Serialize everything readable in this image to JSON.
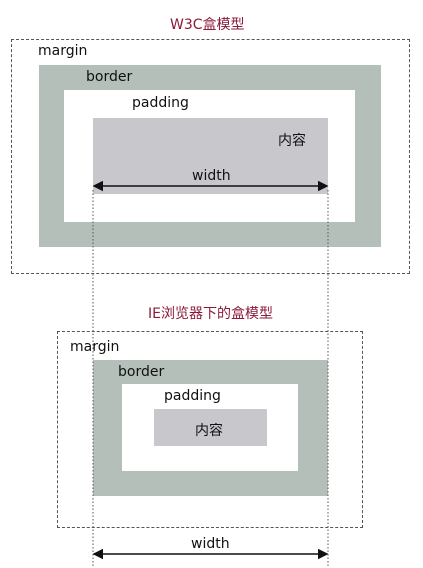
{
  "w3c": {
    "title": "W3C盒模型",
    "margin_label": "margin",
    "border_label": "border",
    "padding_label": "padding",
    "content_label": "内容",
    "width_label": "width"
  },
  "ie": {
    "title": "IE浏览器下的盒模型",
    "margin_label": "margin",
    "border_label": "border",
    "padding_label": "padding",
    "content_label": "内容",
    "width_label": "width"
  },
  "colors": {
    "title": "#8b1a3a",
    "border_fill": "#b3bfb8",
    "content_fill": "#c8c8cc",
    "dash": "#555555"
  }
}
